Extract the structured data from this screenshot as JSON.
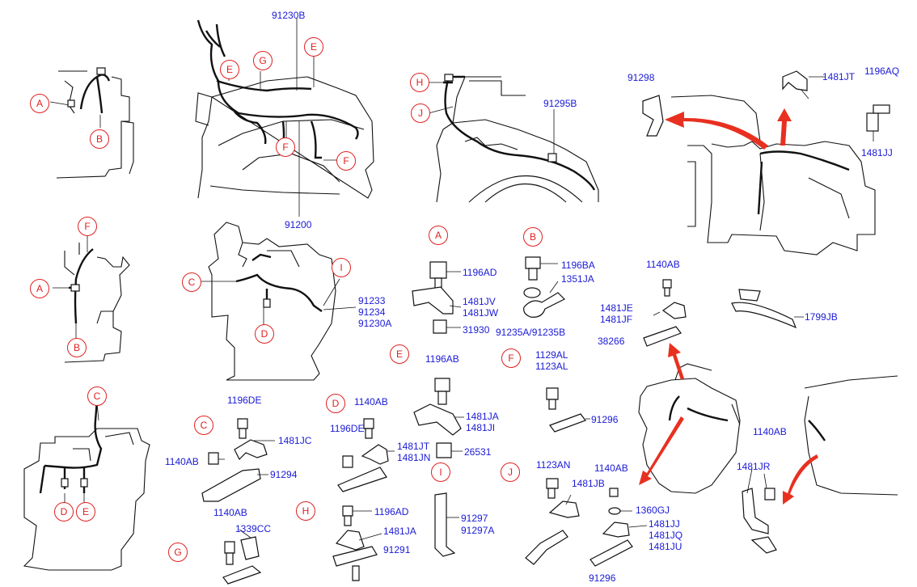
{
  "callouts": {
    "a1": "A",
    "b1": "B",
    "e1": "E",
    "g1": "G",
    "e2": "E",
    "f1": "F",
    "f2": "F",
    "h1": "H",
    "j1": "J",
    "f3": "F",
    "a2": "A",
    "b2": "B",
    "c1": "C",
    "i1": "I",
    "d1": "D",
    "c2": "C",
    "d2": "D",
    "e3": "E",
    "ka": "A",
    "kb": "B",
    "ke": "E",
    "kf": "F",
    "kc": "C",
    "kd": "D",
    "ki": "I",
    "kj": "J",
    "kh": "H",
    "kg": "G"
  },
  "parts": {
    "p91230B": "91230B",
    "p91200": "91200",
    "p91295B": "91295B",
    "p91298": "91298",
    "p1481JT_top": "1481JT",
    "p1196AQ": "1196AQ",
    "p1481JJ_top": "1481JJ",
    "p91233": "91233",
    "p91234": "91234",
    "p91230A": "91230A",
    "p1196AD_a": "1196AD",
    "p1481JV": "1481JV",
    "p1481JW": "1481JW",
    "p31930": "31930",
    "p1196BA": "1196BA",
    "p1351JA": "1351JA",
    "p91235": "91235A/91235B",
    "p1140AB_r": "1140AB",
    "p1481JE": "1481JE",
    "p1481JF": "1481JF",
    "p38266": "38266",
    "p1799JB": "1799JB",
    "p1196AB": "1196AB",
    "p1481JA_e": "1481JA",
    "p1481JI": "1481JI",
    "p26531": "26531",
    "p1129AL": "1129AL",
    "p1123AL": "1123AL",
    "p91296_f": "91296",
    "p1196DE_c": "1196DE",
    "p1481JC": "1481JC",
    "p1140AB_c": "1140AB",
    "p91294": "91294",
    "p1140AB_d": "1140AB",
    "p1196DE_d": "1196DE",
    "p1481JT_d": "1481JT",
    "p1481JN": "1481JN",
    "p1140AB_g": "1140AB",
    "p1339CC": "1339CC",
    "p1196AD_h": "1196AD",
    "p1481JA_h": "1481JA",
    "p91291": "91291",
    "p91297": "91297",
    "p91297A": "91297A",
    "p1123AN": "1123AN",
    "p1140AB_j": "1140AB",
    "p1481JB": "1481JB",
    "p1360GJ": "1360GJ",
    "p1481JJ_j": "1481JJ",
    "p1481JQ": "1481JQ",
    "p1481JU": "1481JU",
    "p91296_j": "91296",
    "p1140AB_br": "1140AB",
    "p1481JR": "1481JR"
  },
  "colors": {
    "part_number": "#1a1ad6",
    "callout": "#e02020",
    "arrow": "#e83020",
    "line": "#111111"
  }
}
